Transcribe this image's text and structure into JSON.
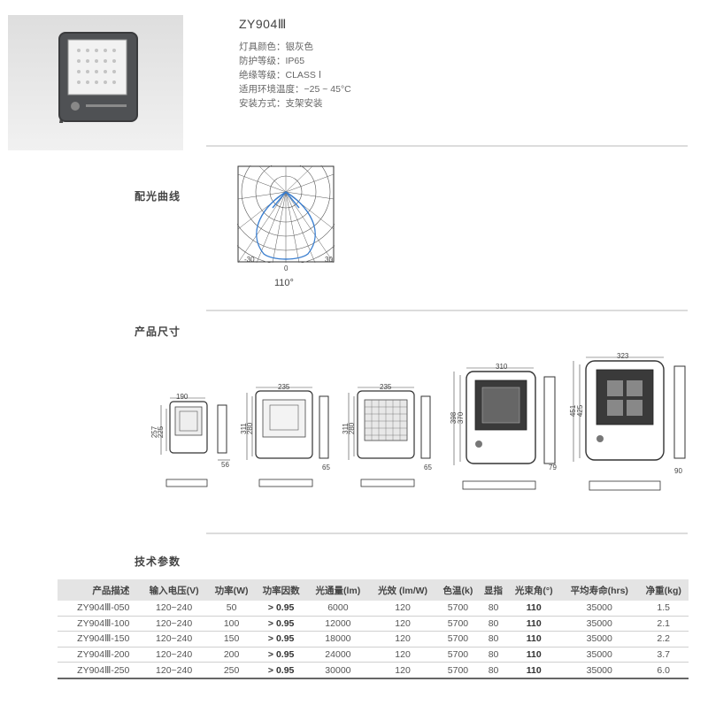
{
  "product": {
    "model": "ZY904Ⅲ",
    "specs": [
      {
        "label": "灯具颜色：",
        "value": "银灰色"
      },
      {
        "label": "防护等级：",
        "value": "IP65"
      },
      {
        "label": "绝缘等级：",
        "value": "CLASS Ⅰ"
      },
      {
        "label": "适用环境温度：",
        "value": "−25 ~ 45°C"
      },
      {
        "label": "安装方式：",
        "value": "支架安装"
      }
    ]
  },
  "sections": {
    "light_curve": "配光曲线",
    "dimensions": "产品尺寸",
    "parameters": "技术参数"
  },
  "polar": {
    "left_label": "-30",
    "center_label": "0",
    "right_label": "30",
    "beam_angle": "110°"
  },
  "dimensions": [
    {
      "width": "190",
      "h_outer": "257",
      "h_inner": "225",
      "depth": "56"
    },
    {
      "width": "235",
      "h_outer": "311",
      "h_inner": "280",
      "depth": "65"
    },
    {
      "width": "235",
      "h_outer": "311",
      "h_inner": "280",
      "depth": "65"
    },
    {
      "width": "310",
      "h_outer": "398",
      "h_inner": "370",
      "depth": "79"
    },
    {
      "width": "323",
      "h_outer": "451",
      "h_inner": "425",
      "depth": "90"
    }
  ],
  "table": {
    "headers": [
      "产品描述",
      "输入电压(V)",
      "功率(W)",
      "功率因数",
      "光通量(lm)",
      "光效 (lm/W)",
      "色温(k)",
      "显指",
      "光束角(°)",
      "平均寿命(hrs)",
      "净重(kg)"
    ],
    "rows": [
      [
        "ZY904Ⅲ-050",
        "120~240",
        "50",
        "> 0.95",
        "6000",
        "120",
        "5700",
        "80",
        "110",
        "35000",
        "1.5"
      ],
      [
        "ZY904Ⅲ-100",
        "120~240",
        "100",
        "> 0.95",
        "12000",
        "120",
        "5700",
        "80",
        "110",
        "35000",
        "2.1"
      ],
      [
        "ZY904Ⅲ-150",
        "120~240",
        "150",
        "> 0.95",
        "18000",
        "120",
        "5700",
        "80",
        "110",
        "35000",
        "2.2"
      ],
      [
        "ZY904Ⅲ-200",
        "120~240",
        "200",
        "> 0.95",
        "24000",
        "120",
        "5700",
        "80",
        "110",
        "35000",
        "3.7"
      ],
      [
        "ZY904Ⅲ-250",
        "120~240",
        "250",
        "> 0.95",
        "30000",
        "120",
        "5700",
        "80",
        "110",
        "35000",
        "6.0"
      ]
    ]
  },
  "colors": {
    "accent": "#3b7fd0",
    "header_bg": "#e4e4e4",
    "divider": "#dcdcdc"
  }
}
